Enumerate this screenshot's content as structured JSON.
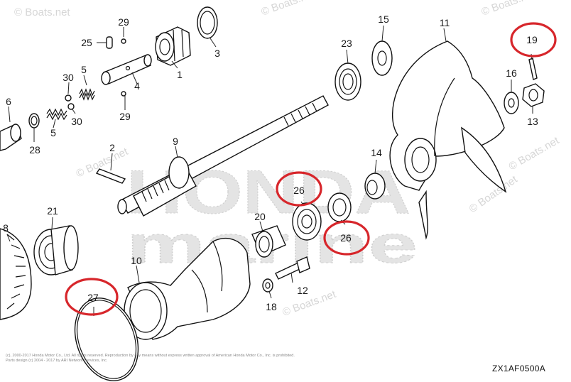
{
  "diagram": {
    "code": "ZX1AF0500A",
    "watermark": "© Boats.net",
    "brand_top": "HONDA",
    "brand_bottom": "marine",
    "copyright_line1": "(c), 2000-2017 Honda Motor Co., Ltd. All rights reserved. Reproduction by any means without express written approval of American Honda Motor Co., Inc. is prohibited.",
    "copyright_line2": "Parts design (c) 2004 - 2017 by ARI Network Services, Inc."
  },
  "callouts": [
    {
      "id": "c1",
      "label": "1",
      "highlighted": false
    },
    {
      "id": "c2",
      "label": "2",
      "highlighted": false
    },
    {
      "id": "c3",
      "label": "3",
      "highlighted": false
    },
    {
      "id": "c4",
      "label": "4",
      "highlighted": false
    },
    {
      "id": "c5a",
      "label": "5",
      "highlighted": false
    },
    {
      "id": "c5b",
      "label": "5",
      "highlighted": false
    },
    {
      "id": "c6",
      "label": "6",
      "highlighted": false
    },
    {
      "id": "c8",
      "label": "8",
      "highlighted": false
    },
    {
      "id": "c9",
      "label": "9",
      "highlighted": false
    },
    {
      "id": "c10",
      "label": "10",
      "highlighted": false
    },
    {
      "id": "c11",
      "label": "11",
      "highlighted": false
    },
    {
      "id": "c12",
      "label": "12",
      "highlighted": false
    },
    {
      "id": "c13",
      "label": "13",
      "highlighted": false
    },
    {
      "id": "c14",
      "label": "14",
      "highlighted": false
    },
    {
      "id": "c15",
      "label": "15",
      "highlighted": false
    },
    {
      "id": "c16",
      "label": "16",
      "highlighted": false
    },
    {
      "id": "c18",
      "label": "18",
      "highlighted": false
    },
    {
      "id": "c19",
      "label": "19",
      "highlighted": true
    },
    {
      "id": "c20",
      "label": "20",
      "highlighted": false
    },
    {
      "id": "c21",
      "label": "21",
      "highlighted": false
    },
    {
      "id": "c23",
      "label": "23",
      "highlighted": false
    },
    {
      "id": "c25",
      "label": "25",
      "highlighted": false
    },
    {
      "id": "c26a",
      "label": "26",
      "highlighted": true
    },
    {
      "id": "c26b",
      "label": "26",
      "highlighted": true
    },
    {
      "id": "c27",
      "label": "27",
      "highlighted": true
    },
    {
      "id": "c28",
      "label": "28",
      "highlighted": false
    },
    {
      "id": "c29a",
      "label": "29",
      "highlighted": false
    },
    {
      "id": "c29b",
      "label": "29",
      "highlighted": false
    },
    {
      "id": "c30a",
      "label": "30",
      "highlighted": false
    },
    {
      "id": "c30b",
      "label": "30",
      "highlighted": false
    }
  ],
  "highlight_color": "#d7262b"
}
